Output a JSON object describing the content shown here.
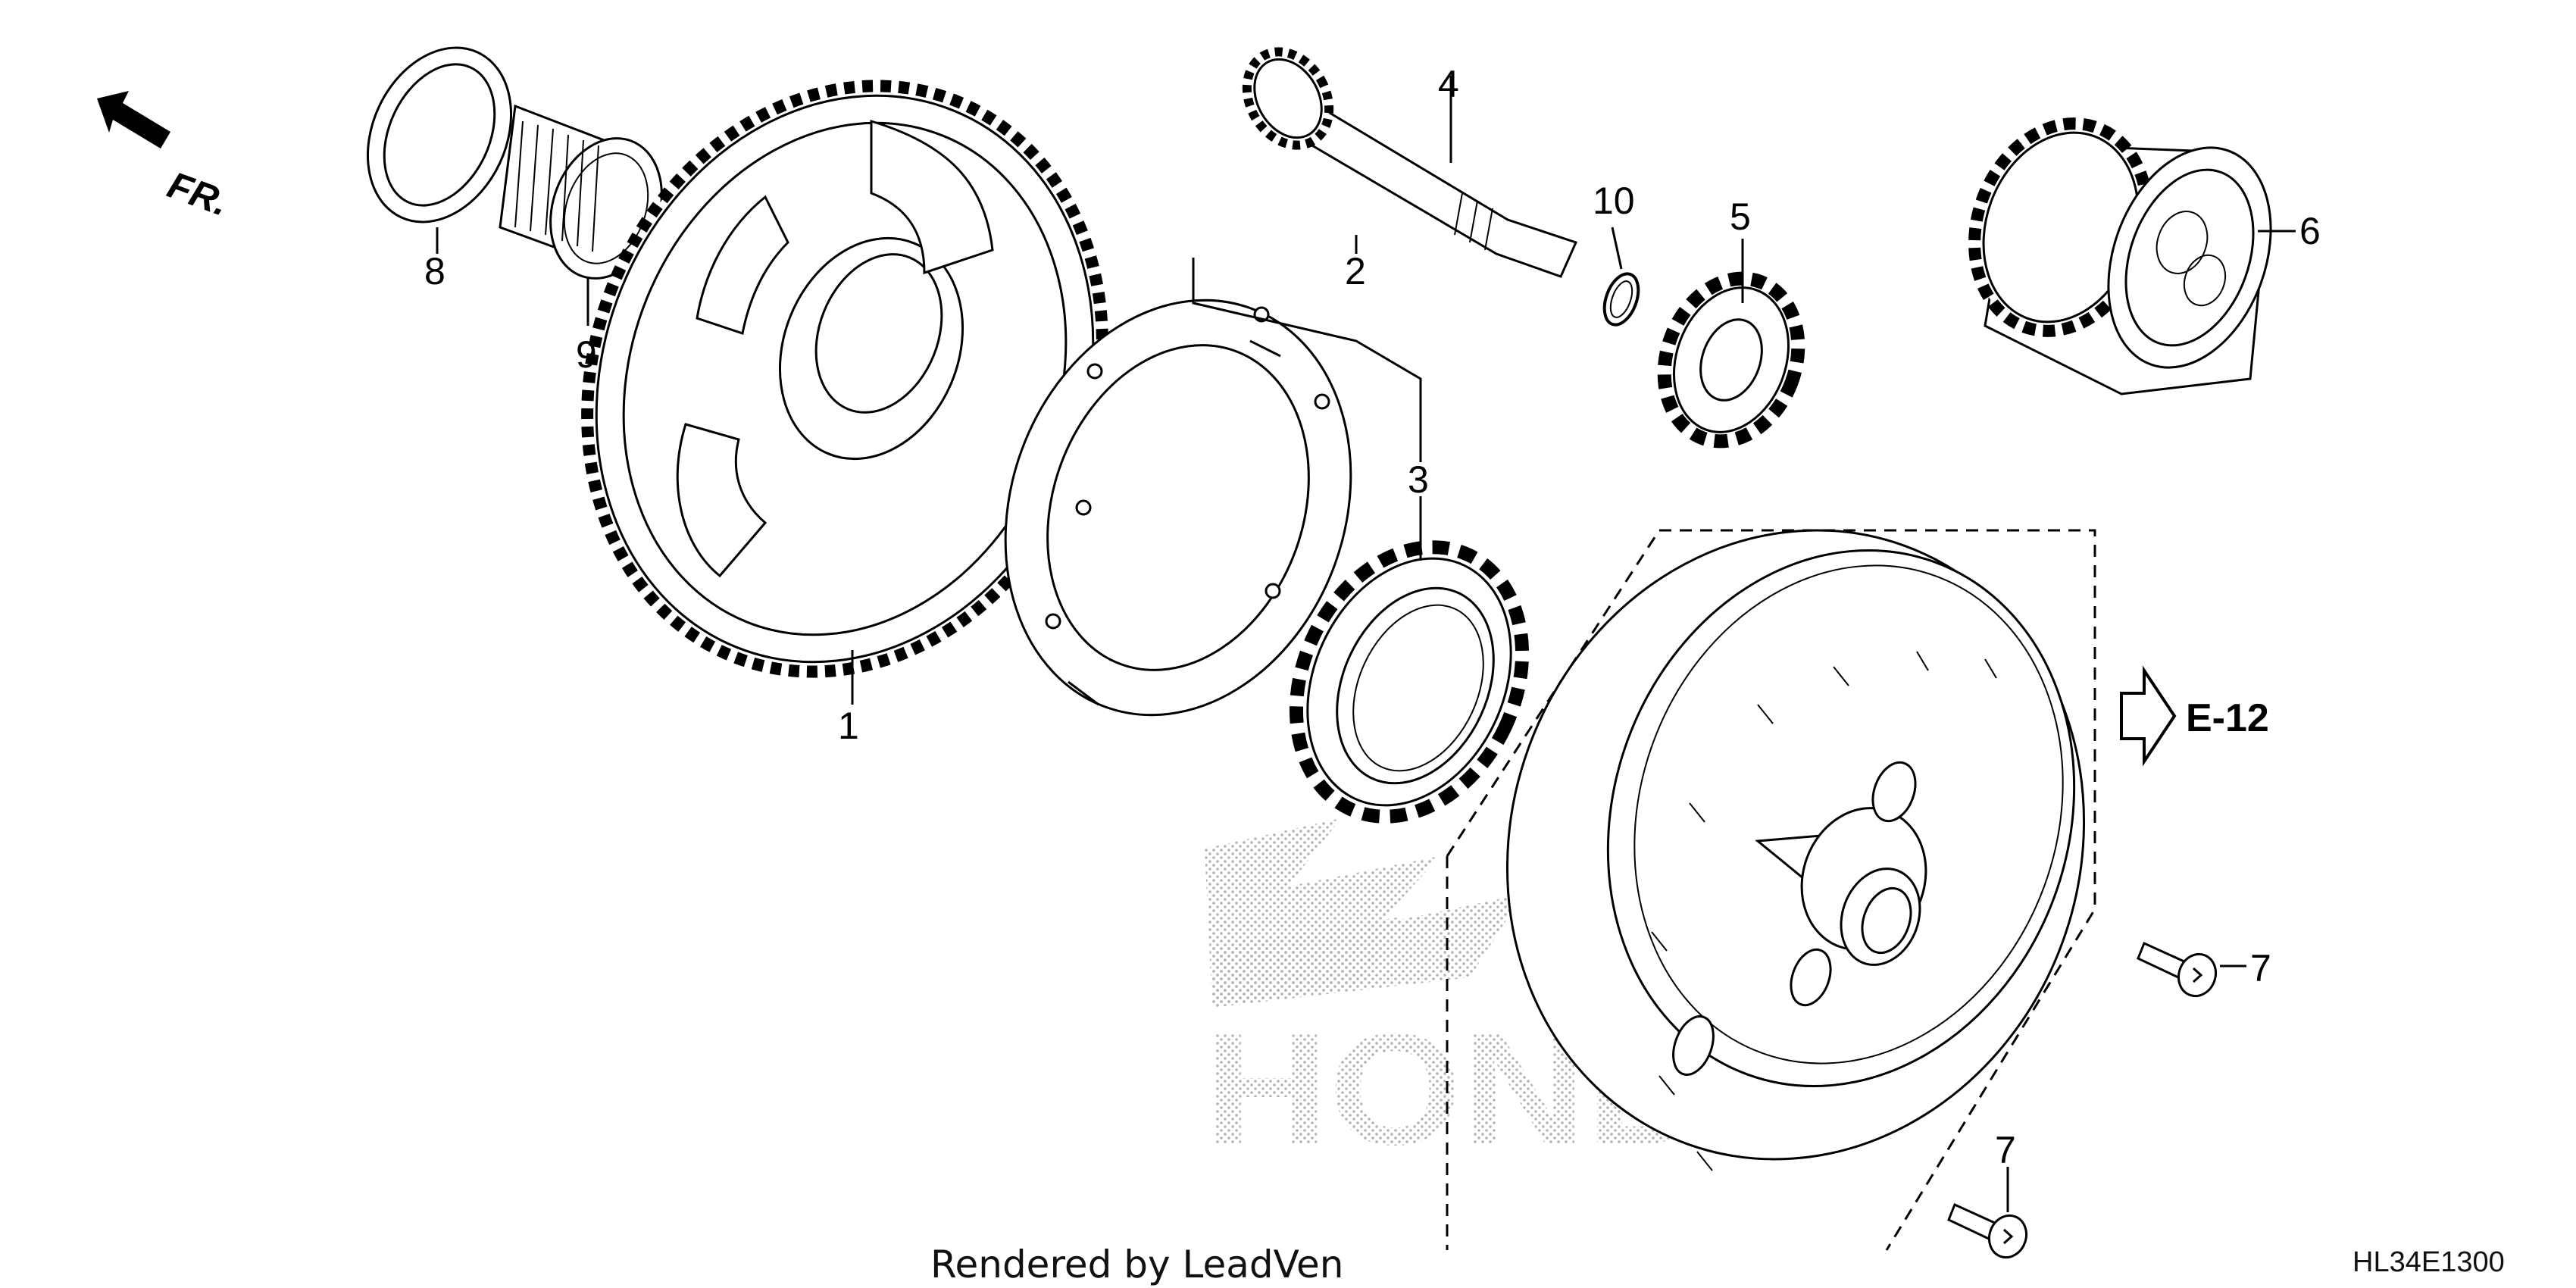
{
  "diagram": {
    "direction_label": "FR.",
    "reference_label": "E-12",
    "callouts": [
      "1",
      "2",
      "3",
      "4",
      "5",
      "6",
      "7",
      "7",
      "8",
      "9",
      "10"
    ],
    "watermark": "HONDA",
    "footer_credit": "Rendered by LeadVen",
    "diagram_code": "HL34E1300"
  }
}
